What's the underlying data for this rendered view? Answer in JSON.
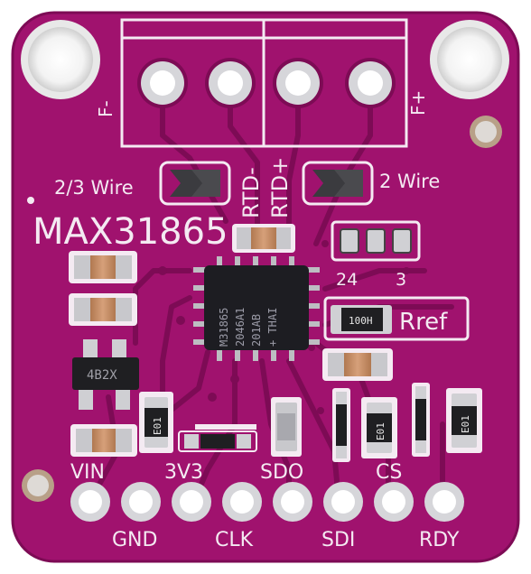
{
  "board": {
    "model_label": "MAX31865",
    "colors": {
      "pcb": "#a0126e",
      "pcb_dark": "#7d0b55",
      "silk": "#f4eaf2",
      "pad": "#d8d8dc",
      "chip": "#1d1d22"
    }
  },
  "terminal": {
    "label_left": "F-",
    "label_right": "F+",
    "rtd_minus": "RTD-",
    "rtd_plus": "RTD+"
  },
  "jumpers": {
    "left_label": "2/3 Wire",
    "right_label": "2 Wire"
  },
  "jumper_3pin": {
    "label_24": "24",
    "label_3": "3"
  },
  "rref_label": "Rref",
  "chip": {
    "line1": "M31865",
    "line2": "2046A1",
    "line3": "201AB",
    "line4": "+ THAI"
  },
  "regulator_marking": "4B2X",
  "resistor_markings": {
    "rref": "100H",
    "r1": "E01",
    "r2": "E01",
    "r3": "E01"
  },
  "pins_top": [
    "VIN",
    "3V3",
    "SDO",
    "CS"
  ],
  "pins_bottom": [
    "GND",
    "CLK",
    "SDI",
    "RDY"
  ]
}
